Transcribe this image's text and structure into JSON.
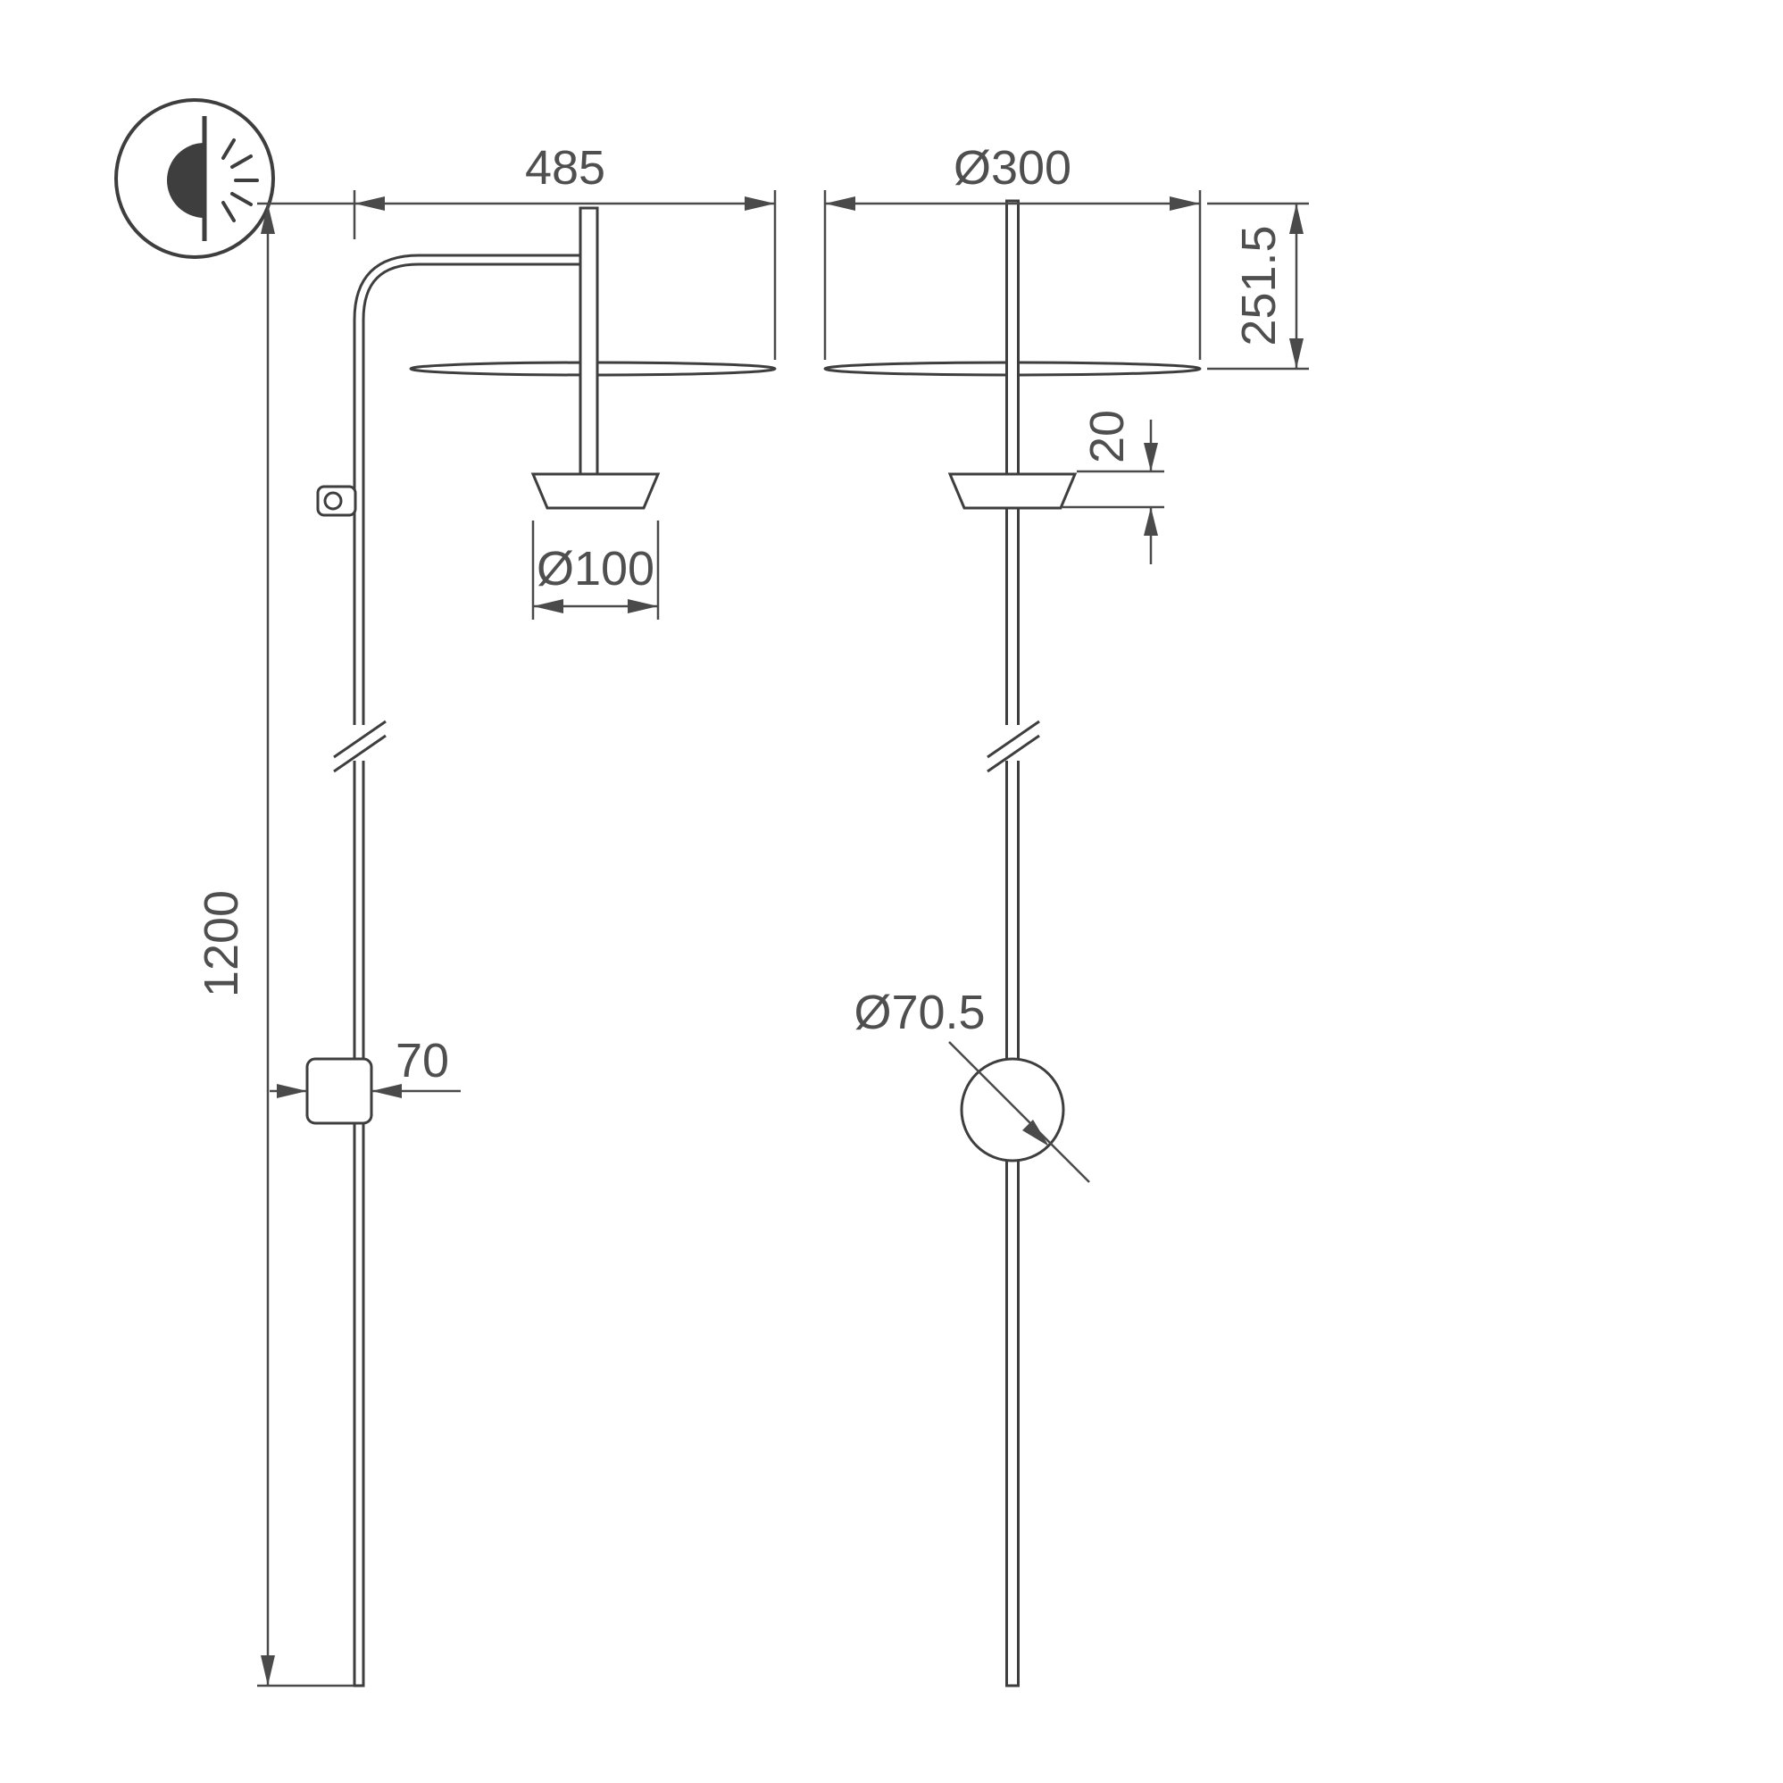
{
  "colors": {
    "background": "#ffffff",
    "line": "#3e3e3e",
    "dimension": "#4a4a4a",
    "text": "#4f4f4f"
  },
  "icon": {
    "name": "wall-lamp-icon"
  },
  "dimensions": {
    "arm_reach": "485",
    "total_height": "1200",
    "head_diameter": "Ø100",
    "bracket_width": "70",
    "shade_diameter": "Ø300",
    "drop_height": "251.5",
    "head_height": "20",
    "canopy_diameter": "Ø70.5"
  }
}
